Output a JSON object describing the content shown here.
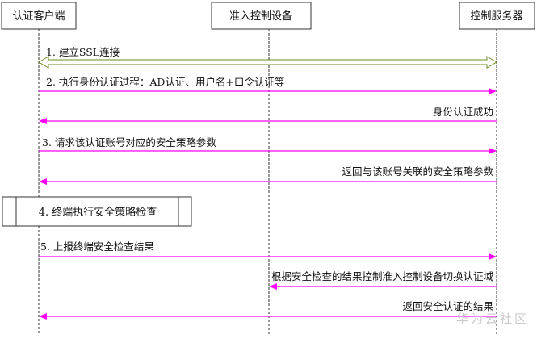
{
  "actors": [
    {
      "id": "client",
      "label": "认证客户端"
    },
    {
      "id": "gateway",
      "label": "准入控制设备"
    },
    {
      "id": "server",
      "label": "控制服务器"
    }
  ],
  "messages": [
    {
      "text": "1. 建立SSL连接",
      "from": "client",
      "to": "server",
      "style": "double",
      "align": "left"
    },
    {
      "text": "2. 执行身份认证过程：AD认证、用户名+口令认证等",
      "from": "client",
      "to": "server",
      "style": "single",
      "align": "left"
    },
    {
      "text": "身份认证成功",
      "from": "server",
      "to": "client",
      "style": "single",
      "align": "right"
    },
    {
      "text": "3. 请求该认证账号对应的安全策略参数",
      "from": "client",
      "to": "server",
      "style": "single",
      "align": "left"
    },
    {
      "text": "返回与该账号关联的安全策略参数",
      "from": "server",
      "to": "client",
      "style": "single",
      "align": "right"
    },
    {
      "text": "5. 上报终端安全检查结果",
      "from": "client",
      "to": "server",
      "style": "single",
      "align": "left"
    },
    {
      "text": "根据安全检查的结果控制准入控制设备切换认证域",
      "from": "server",
      "to": "gateway",
      "style": "single",
      "align": "right"
    },
    {
      "text": "返回安全认证的结果",
      "from": "server",
      "to": "client",
      "style": "single",
      "align": "right"
    }
  ],
  "process_box": {
    "text": "4. 终端执行安全策略检查"
  },
  "watermark": "华为云社区",
  "colors": {
    "arrow": "#ff00ff",
    "ssl_arrow": "#6b8e23",
    "lifeline": "#333333",
    "box_border": "#333333"
  }
}
